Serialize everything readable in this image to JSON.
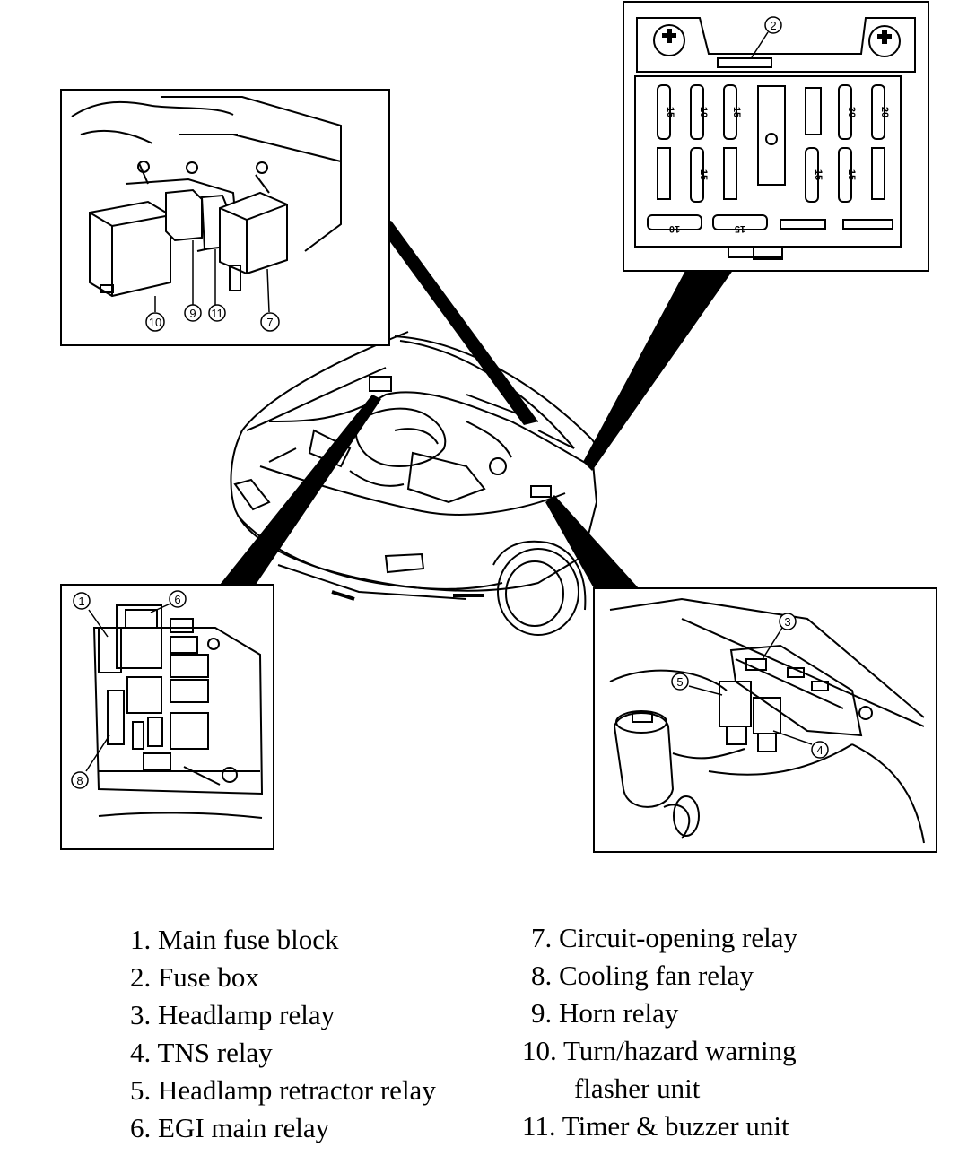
{
  "diagram": {
    "fuse_ratings_top": [
      "15",
      "10",
      "15",
      "30",
      "20"
    ],
    "fuse_ratings_mid": [
      "15",
      "15",
      "15"
    ],
    "fuse_ratings_bottom": [
      "10",
      "15"
    ],
    "callouts": {
      "n1": "1",
      "n2": "2",
      "n3": "3",
      "n4": "4",
      "n5": "5",
      "n6": "6",
      "n7": "7",
      "n8": "8",
      "n9": "9",
      "n10": "10",
      "n11": "11"
    }
  },
  "legend": {
    "items": [
      "1. Main fuse block",
      "2. Fuse box",
      "3. Headlamp relay",
      "4. TNS relay",
      "5. Headlamp retractor relay",
      "6. EGI main relay",
      "7. Circuit-opening relay",
      "8. Cooling fan relay",
      "9. Horn relay",
      "10. Turn/hazard warning",
      "flasher unit",
      "11. Timer & buzzer unit"
    ]
  }
}
